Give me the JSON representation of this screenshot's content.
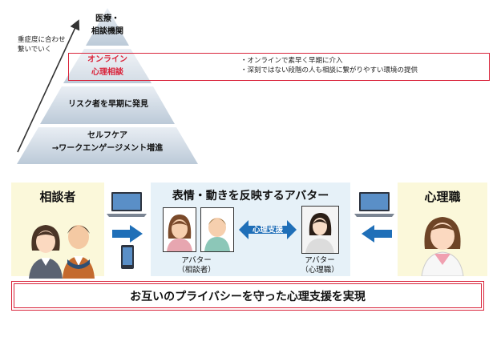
{
  "pyramid": {
    "side_note": [
      "重症度に合わせ",
      "繋いでいく"
    ],
    "tiers": [
      {
        "lines": [
          "医療・",
          "相談機関"
        ]
      },
      {
        "lines": [
          "オンライン",
          "心理相談"
        ]
      },
      {
        "lines": [
          "リスク者を早期に発見"
        ]
      },
      {
        "lines": [
          "セルフケア",
          "→ワークエンゲージメント増進"
        ]
      }
    ]
  },
  "online_points": [
    "・オンラインで素早く早期に介入",
    "・深刻ではない段階の人も相談に繋がりやすい環境の提供"
  ],
  "consultee_panel": {
    "title": "相談者"
  },
  "avatar_panel": {
    "title": "表情・動きを反映するアバター",
    "center_label": "心理支援",
    "caption_left": [
      "アバター",
      "（相談者）"
    ],
    "caption_right": [
      "アバター",
      "（心理職）"
    ]
  },
  "psych_panel": {
    "title": "心理職"
  },
  "banner": {
    "text": "お互いのプライバシーを守った心理支援を実現"
  },
  "colors": {
    "accent_red": "#d9243b",
    "arrow_blue": "#1f6fb8",
    "pyramid_dark": "#8ca0b6",
    "pyramid_light": "#d6dfe8",
    "panel_yellow": "#fbf8da",
    "panel_blue": "#e6f1f8"
  }
}
